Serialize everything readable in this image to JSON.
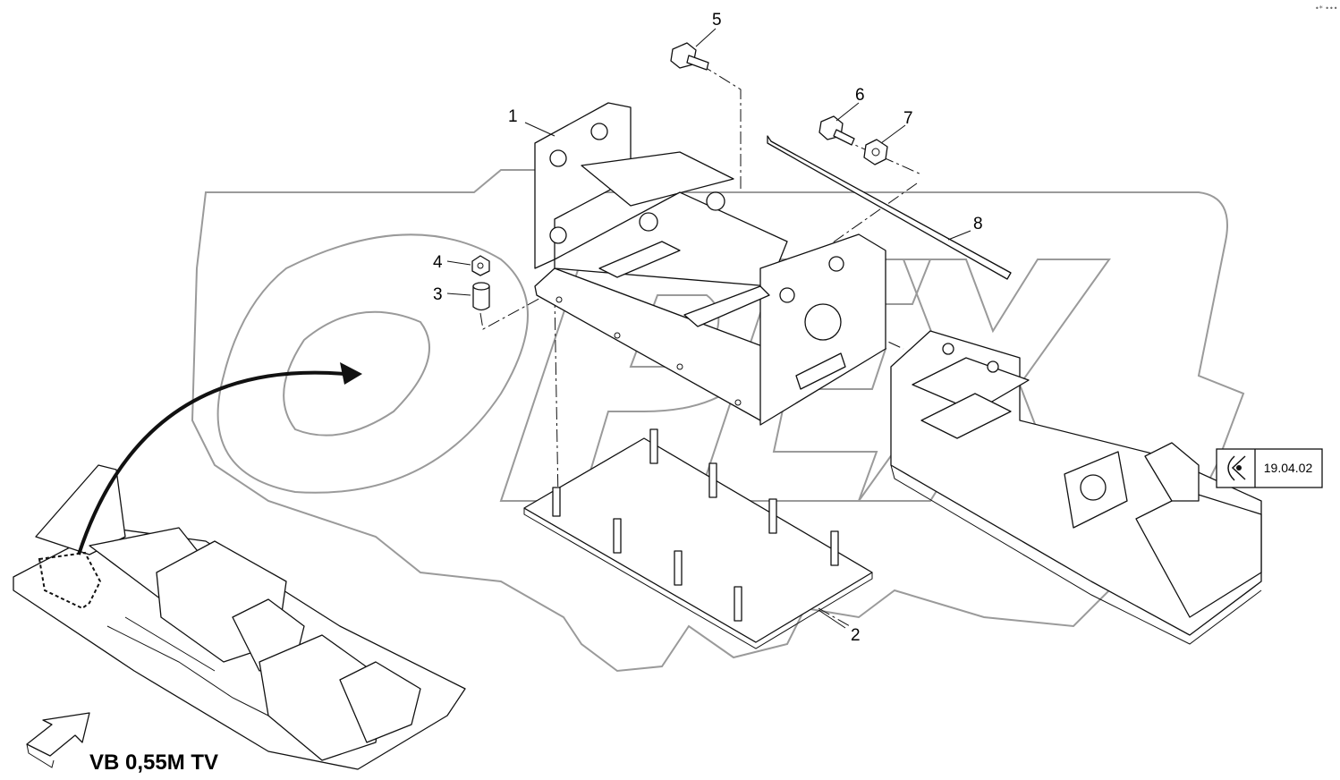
{
  "callouts": {
    "c1": "1",
    "c2": "2",
    "c3": "3",
    "c4": "4",
    "c5": "5",
    "c6": "6",
    "c7": "7",
    "c8": "8"
  },
  "reference_box": {
    "icon": "eye-icon",
    "text": "19.04.02"
  },
  "view_label": "VB 0,55M TV",
  "corner_mark": "•* •••",
  "colors": {
    "line": "#111111",
    "watermark": "#9a9a9a",
    "background": "#ffffff"
  }
}
